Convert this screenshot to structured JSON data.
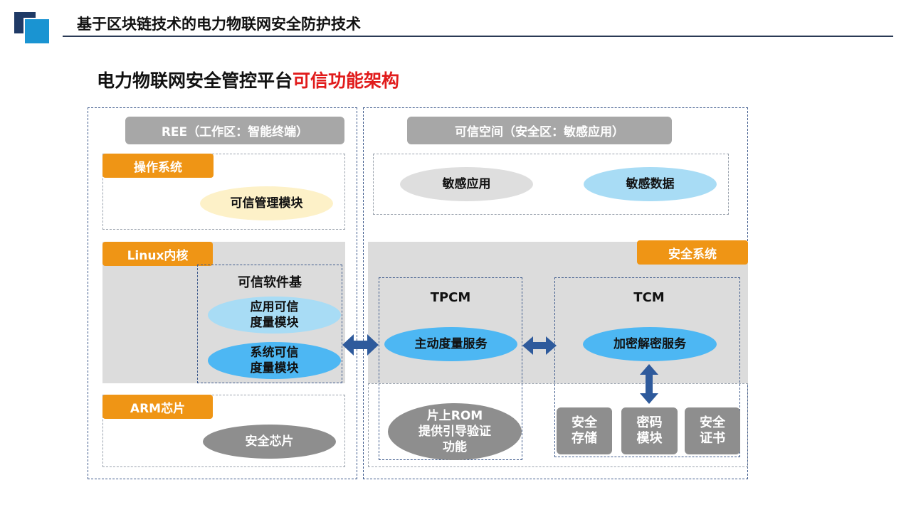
{
  "header": {
    "title": "基于区块链技术的电力物联网安全防护技术"
  },
  "subtitle": {
    "main": "电力物联网安全管控平台",
    "highlight": "可信功能架构"
  },
  "ree": {
    "title": "REE（工作区：智能终端）",
    "os": {
      "tag": "操作系统",
      "module": "可信管理模块"
    },
    "kernel": {
      "tag": "Linux内核",
      "base_title": "可信软件基",
      "app_module": "应用可信\n度量模块",
      "sys_module": "系统可信\n度量模块"
    },
    "arm": {
      "tag": "ARM芯片",
      "chip": "安全芯片"
    }
  },
  "trusted": {
    "title": "可信空间（安全区：敏感应用）",
    "sensitive_app": "敏感应用",
    "sensitive_data": "敏感数据",
    "security_system": {
      "tag": "安全系统",
      "tpcm": {
        "title": "TPCM",
        "service": "主动度量服务",
        "rom": "片上ROM\n提供引导验证\n功能"
      },
      "tcm": {
        "title": "TCM",
        "service": "加密解密服务",
        "storage": "安全\n存储",
        "crypto": "密码\n模块",
        "cert": "安全\n证书"
      }
    }
  },
  "colors": {
    "orange": "#ef9515",
    "blue_arrow": "#2e5a9c",
    "highlight_red": "#e11b1b"
  }
}
